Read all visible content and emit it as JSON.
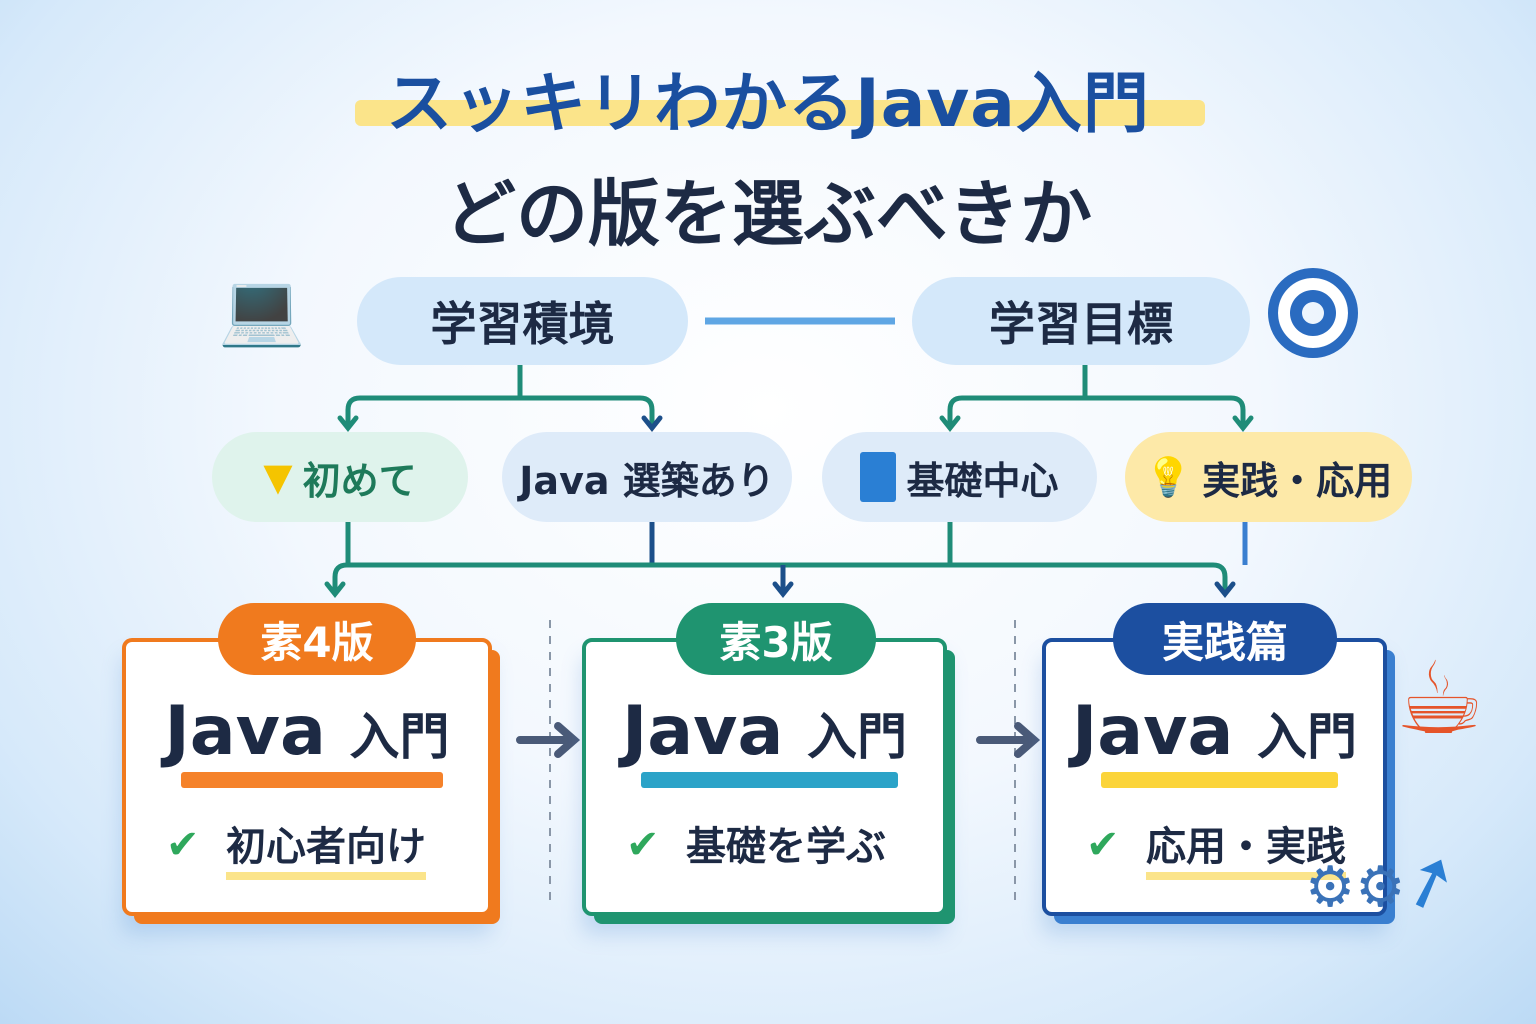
{
  "title": {
    "line1": "スッキリわかるJava入門",
    "line2": "どの版を選ぶべきか"
  },
  "categories": [
    {
      "label": "学習積境",
      "icon": "laptop-icon"
    },
    {
      "label": "学習目標",
      "icon": "target-icon"
    }
  ],
  "options": [
    {
      "label": "初めて",
      "icon": "beginner-mark-icon"
    },
    {
      "label": "Java 選築あり"
    },
    {
      "label": "基礎中心",
      "icon": "book-icon"
    },
    {
      "label": "実践・応用",
      "icon": "lightbulb-icon"
    }
  ],
  "books": [
    {
      "badge": "素4版",
      "title": "Java",
      "title_suffix": "入門",
      "check": "✔",
      "feature": "初心者向け",
      "color": "#f07a1e"
    },
    {
      "badge": "素3版",
      "title": "Java",
      "title_suffix": "入門",
      "check": "✔",
      "feature": "基礎を学ぶ",
      "color": "#1f9470"
    },
    {
      "badge": "実践篇",
      "title": "Java",
      "title_suffix": "入門",
      "check": "✔",
      "feature": "応用・実践",
      "color": "#1c4fa0"
    }
  ]
}
